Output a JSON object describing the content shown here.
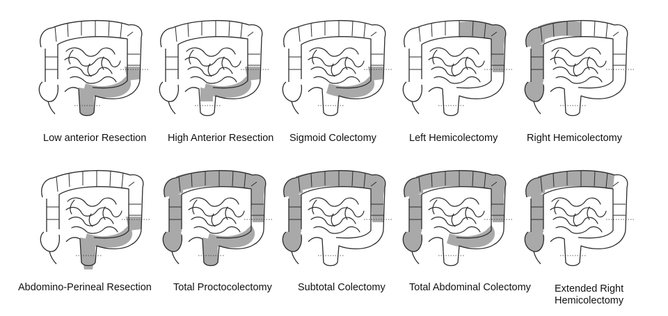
{
  "colors": {
    "resected": "#a9a9a9",
    "outline": "#2a2a2a",
    "background": "#ffffff"
  },
  "rows": [
    {
      "panels": [
        {
          "caption": [
            "Low anterior Resection"
          ],
          "resected": [
            "descending-lower",
            "sigmoid",
            "rectum"
          ]
        },
        {
          "caption": [
            "High Anterior Resection"
          ],
          "resected": [
            "descending-lower",
            "sigmoid",
            "rectum-upper"
          ]
        },
        {
          "caption": [
            "Sigmoid Colectomy"
          ],
          "resected": [
            "descending-lower",
            "sigmoid"
          ]
        },
        {
          "caption": [
            "Left Hemicolectomy"
          ],
          "resected": [
            "transverse-left",
            "splenic-flexure",
            "descending"
          ]
        },
        {
          "caption": [
            "Right Hemicolectomy"
          ],
          "resected": [
            "cecum",
            "ascending",
            "hepatic-flexure",
            "transverse-right"
          ]
        }
      ]
    },
    {
      "panels": [
        {
          "caption": [
            "Abdomino-Perineal Resection"
          ],
          "resected": [
            "descending-lower",
            "sigmoid",
            "rectum",
            "anus"
          ]
        },
        {
          "caption": [
            "Total Proctocolectomy"
          ],
          "resected": [
            "cecum",
            "ascending",
            "hepatic-flexure",
            "transverse",
            "splenic-flexure",
            "descending",
            "sigmoid",
            "rectum"
          ]
        },
        {
          "caption": [
            "Subtotal Colectomy"
          ],
          "resected": [
            "cecum",
            "ascending",
            "hepatic-flexure",
            "transverse",
            "splenic-flexure",
            "descending"
          ]
        },
        {
          "caption": [
            "Total Abdominal Colectomy"
          ],
          "resected": [
            "cecum",
            "ascending",
            "hepatic-flexure",
            "transverse",
            "splenic-flexure",
            "descending",
            "sigmoid"
          ]
        },
        {
          "caption": [
            "Extended Right",
            "Hemicolectomy"
          ],
          "resected": [
            "cecum",
            "ascending",
            "hepatic-flexure",
            "transverse"
          ]
        }
      ]
    }
  ]
}
